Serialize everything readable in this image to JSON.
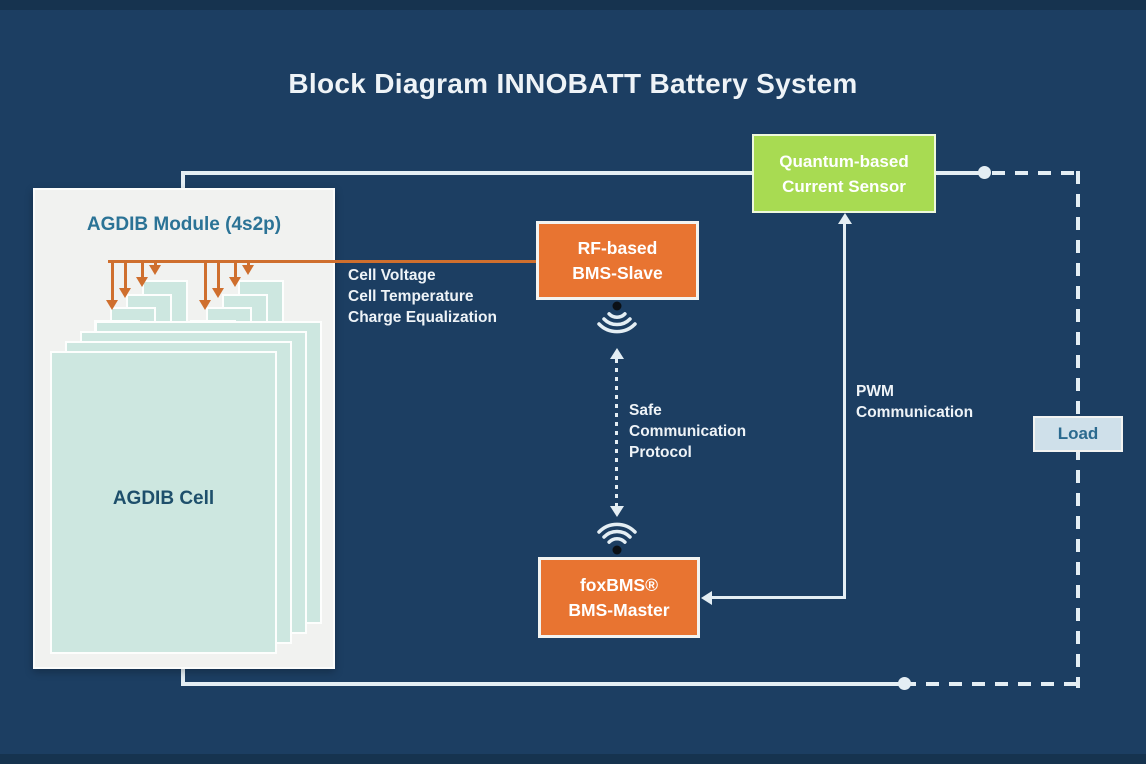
{
  "title": "Block Diagram INNOBATT Battery System",
  "colors": {
    "background": "#1c3e62",
    "edge_band": "#16334f",
    "line": "#e4eef4",
    "module_bg": "#f1f2f0",
    "module_border": "#fbfcfb",
    "cell_fill": "#cde7e0",
    "cell_border": "#fdfefd",
    "orange_box": "#e87431",
    "orange_line": "#cf6f2e",
    "green_box": "#a8db52",
    "load_bg": "#cfe0ea",
    "box_border": "#f2f3f1",
    "text_light": "#eef3f7",
    "text_teal": "#2b7396",
    "text_cell": "#1e4f6b",
    "load_text": "#2b6a8f",
    "wifi_dot": "#0b1016"
  },
  "module": {
    "title": "AGDIB Module (4s2p)",
    "cell_label": "AGDIB Cell"
  },
  "boxes": {
    "bms_slave": {
      "lines": [
        "RF-based",
        "BMS-Slave"
      ]
    },
    "bms_master": {
      "lines": [
        "foxBMS®",
        "BMS-Master"
      ]
    },
    "current_sensor": {
      "lines": [
        "Quantum-based",
        "Current Sensor"
      ]
    },
    "load": {
      "label": "Load"
    }
  },
  "labels": {
    "cell_signals": [
      "Cell Voltage",
      "Cell Temperature",
      "Charge Equalization"
    ],
    "safe_comm": [
      "Safe",
      "Communication",
      "Protocol"
    ],
    "pwm": [
      "PWM",
      "Communication"
    ]
  },
  "icons": {
    "wireless_upper": "wifi-waves-down",
    "wireless_lower": "wifi-waves-up"
  }
}
